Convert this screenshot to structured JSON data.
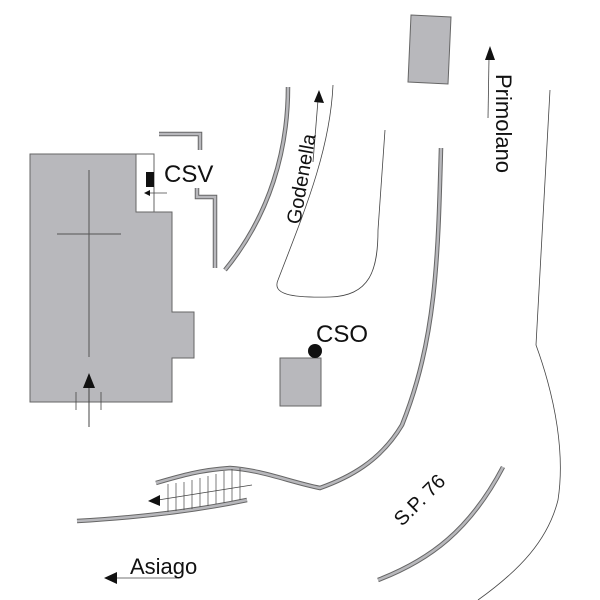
{
  "map": {
    "labels": {
      "csv": "CSV",
      "cso": "CSO",
      "godenella": "Godenella",
      "primolano": "Primolano",
      "sp76": "S.P. 76",
      "asiago": "Asiago"
    },
    "colors": {
      "building_fill": "#b8b8bc",
      "outline": "#555555",
      "marker": "#111111",
      "background": "#ffffff"
    },
    "legend_features": [
      {
        "id": "csv",
        "type": "station-marker",
        "shape": "rectangle"
      },
      {
        "id": "cso",
        "type": "station-marker",
        "shape": "circle"
      }
    ]
  }
}
